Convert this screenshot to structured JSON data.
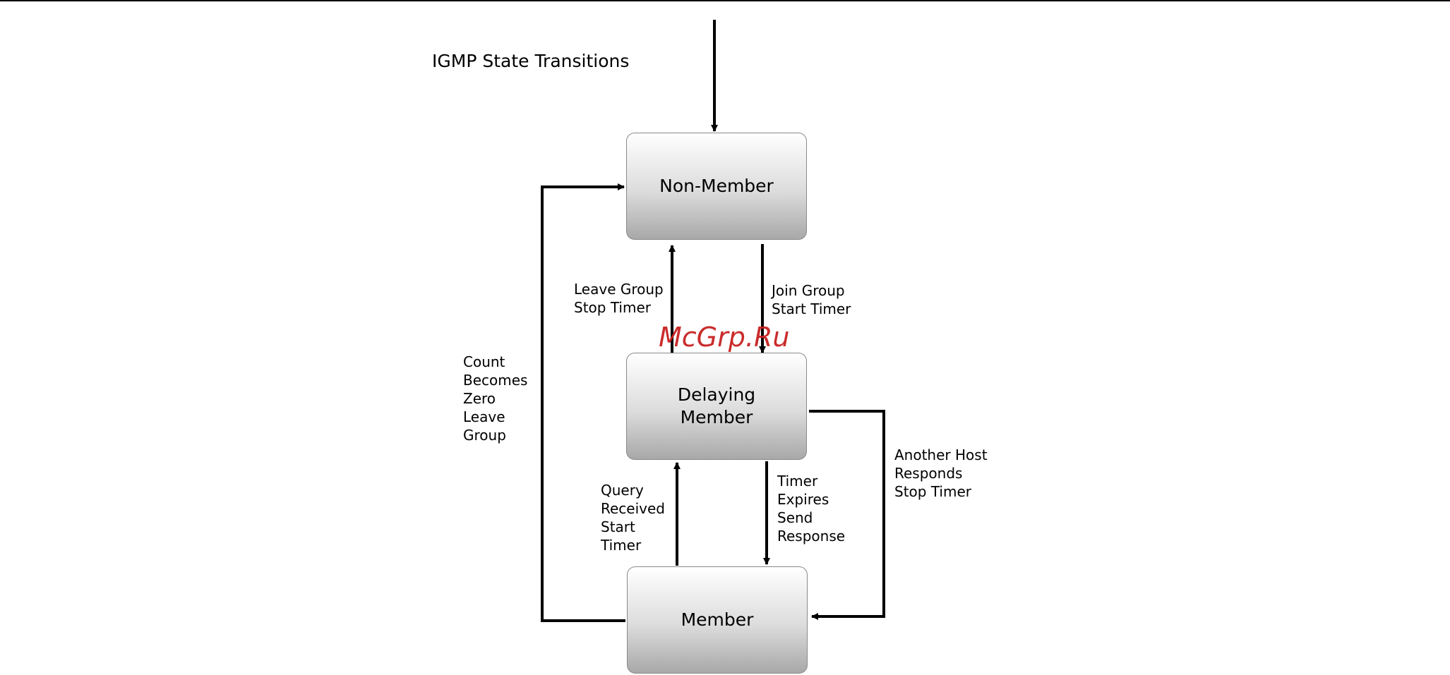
{
  "title": "IGMP State Transitions",
  "states": {
    "non_member": "Non-Member",
    "delaying_member": [
      "Delaying",
      "Member"
    ],
    "member": "Member"
  },
  "transitions": {
    "leave_group": [
      "Leave Group",
      "Stop Timer"
    ],
    "join_group": [
      "Join Group",
      "Start Timer"
    ],
    "count_zero": [
      "Count",
      "Becomes",
      "Zero",
      "Leave",
      "Group"
    ],
    "query_received": [
      "Query",
      "Received",
      "Start",
      "Timer"
    ],
    "timer_expires": [
      "Timer",
      "Expires",
      "Send",
      "Response"
    ],
    "another_host": [
      "Another Host",
      "Responds",
      "Stop Timer"
    ]
  },
  "watermark": "McGrp.Ru",
  "colors": {
    "line": "#000000",
    "watermark": "#c82020"
  }
}
